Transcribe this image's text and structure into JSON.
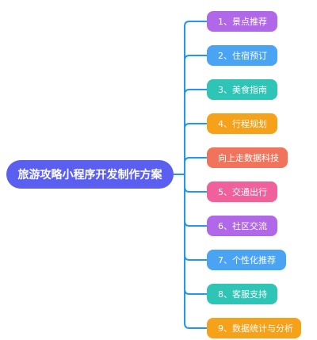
{
  "root": {
    "label": "旅游攻略小程序开发制作方案",
    "color": "#5b5ff0"
  },
  "connector_color": "#2196f3",
  "branches": [
    {
      "label": "1、景点推荐",
      "color": "#b068e8"
    },
    {
      "label": "2、住宿预订",
      "color": "#4aa3f3"
    },
    {
      "label": "3、美食指南",
      "color": "#2ec4b6"
    },
    {
      "label": "4、行程规划",
      "color": "#f5a11a"
    },
    {
      "label": "向上走数据科技",
      "color": "#f2735c"
    },
    {
      "label": "5、交通出行",
      "color": "#f0609b"
    },
    {
      "label": "6、社区交流",
      "color": "#b068e8"
    },
    {
      "label": "7、个性化推荐",
      "color": "#4aa3f3"
    },
    {
      "label": "8、客服支持",
      "color": "#2ec4b6"
    },
    {
      "label": "9、数据统计与分析",
      "color": "#f5a11a"
    }
  ]
}
